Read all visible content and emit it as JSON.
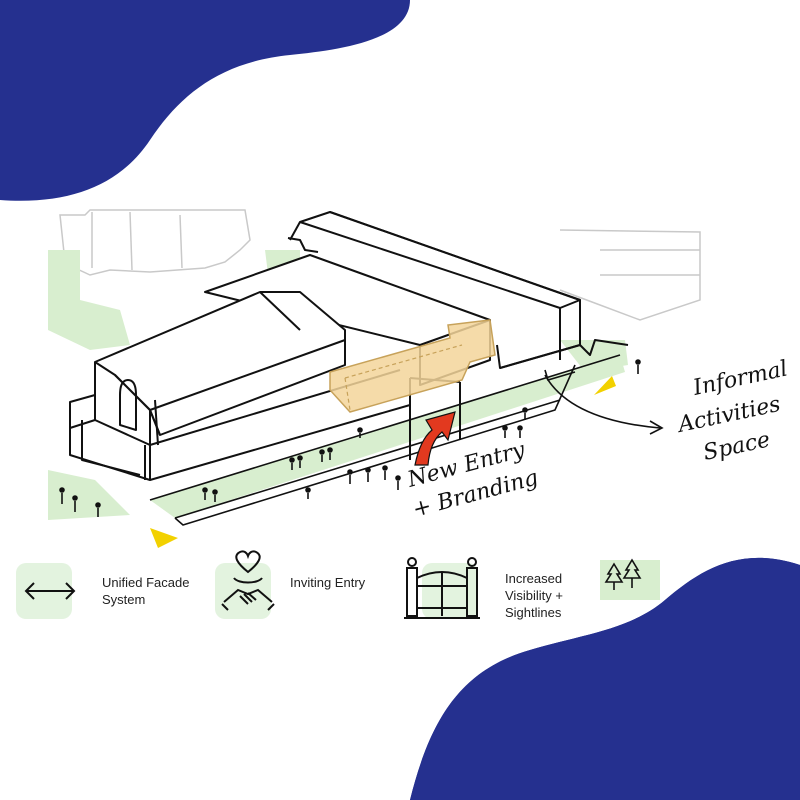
{
  "annotations": {
    "new_entry_line1": "New Entry",
    "new_entry_line2": "+ Branding",
    "informal_line1": "Informal",
    "informal_line2": "Activities",
    "informal_line3": "Space"
  },
  "legend": {
    "items": [
      {
        "icon": "double-arrow-icon",
        "label_line1": "Unified Facade",
        "label_line2": "System"
      },
      {
        "icon": "handshake-heart-icon",
        "label_line1": "Inviting Entry",
        "label_line2": ""
      },
      {
        "icon": "gate-icon",
        "label_line1": "Increased",
        "label_line2": "Visibility +",
        "label_line3": "Sightlines"
      },
      {
        "icon": "trees-icon",
        "label_line1": "",
        "label_line2": ""
      }
    ]
  },
  "colors": {
    "blob": "#25308f",
    "green": "#d8eecf",
    "green_tile": "#e3f3df",
    "entry_highlight": "#f3d59a",
    "arrow_red": "#e2391f",
    "marker_yellow": "#f2d100",
    "ink": "#111111",
    "ghost": "#c9c9c9"
  }
}
